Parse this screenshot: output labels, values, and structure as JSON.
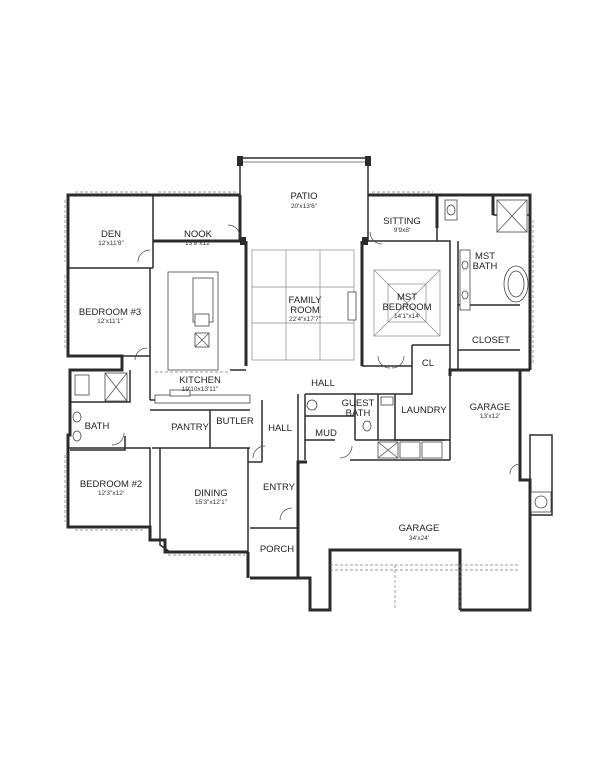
{
  "rooms": [
    {
      "id": "patio",
      "name": "PATIO",
      "dim": "20'x13'6\""
    },
    {
      "id": "den",
      "name": "DEN",
      "dim": "12'x11'8\""
    },
    {
      "id": "nook",
      "name": "NOOK",
      "dim": "13'9\"x12'"
    },
    {
      "id": "sitting",
      "name": "SITTING",
      "dim": "9'9x8'"
    },
    {
      "id": "mst-bath",
      "name": "MST",
      "name2": "BATH"
    },
    {
      "id": "family-room",
      "name": "FAMILY",
      "name2": "ROOM",
      "dim": "22'4\"x17'7\""
    },
    {
      "id": "mst-bedroom",
      "name": "MST",
      "name2": "BEDROOM",
      "dim": "14'1\"x14'"
    },
    {
      "id": "bedroom-3",
      "name": "BEDROOM #3",
      "dim": "12'x11'1\""
    },
    {
      "id": "closet",
      "name": "CLOSET"
    },
    {
      "id": "cl",
      "name": "CL"
    },
    {
      "id": "kitchen",
      "name": "KITCHEN",
      "dim": "19'10x13'11\""
    },
    {
      "id": "hall-1",
      "name": "HALL"
    },
    {
      "id": "guest-bath",
      "name": "GUEST",
      "name2": "BATH"
    },
    {
      "id": "laundry",
      "name": "LAUNDRY"
    },
    {
      "id": "garage-small",
      "name": "GARAGE",
      "dim": "13'x12'"
    },
    {
      "id": "bath",
      "name": "BATH"
    },
    {
      "id": "pantry",
      "name": "PANTRY"
    },
    {
      "id": "butler",
      "name": "BUTLER"
    },
    {
      "id": "hall-2",
      "name": "HALL"
    },
    {
      "id": "mud",
      "name": "MUD"
    },
    {
      "id": "bedroom-2",
      "name": "BEDROOM #2",
      "dim": "12'3\"x12'"
    },
    {
      "id": "dining",
      "name": "DINING",
      "dim": "15'3\"x12'1\""
    },
    {
      "id": "entry",
      "name": "ENTRY"
    },
    {
      "id": "garage-large",
      "name": "GARAGE",
      "dim": "34'x24'"
    },
    {
      "id": "porch",
      "name": "PORCH"
    }
  ]
}
